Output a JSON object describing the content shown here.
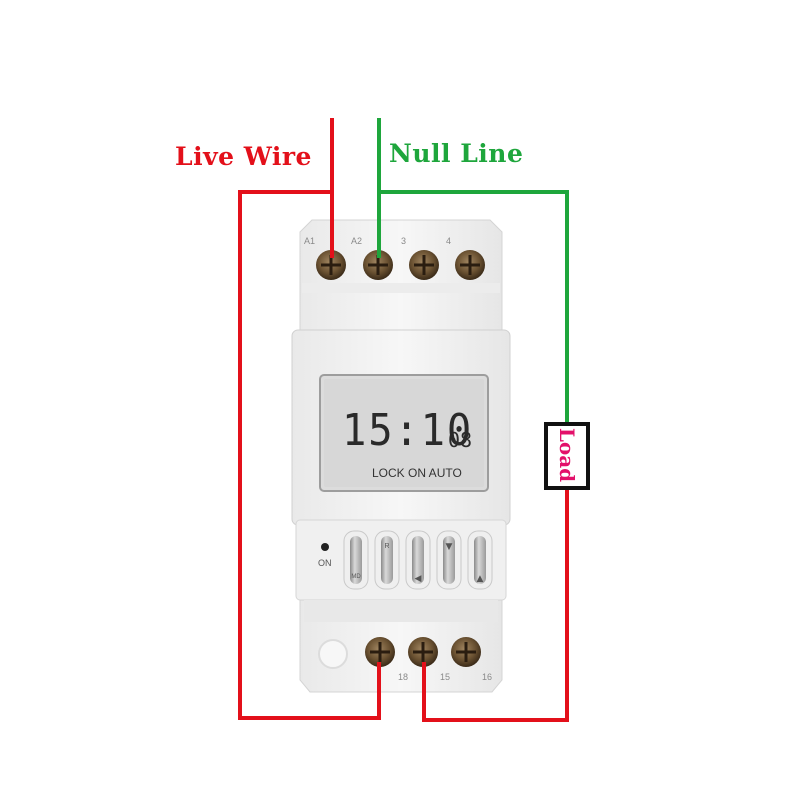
{
  "labels": {
    "live_wire": "Live Wire",
    "null_line": "Null Line",
    "load": "Load"
  },
  "terminals_top": [
    "A1",
    "A2",
    "3",
    "4"
  ],
  "terminals_bottom": [
    "18",
    "15",
    "16"
  ],
  "display": {
    "time": "15:10",
    "seconds": "08",
    "mode": "LOCK ON AUTO"
  },
  "panel": {
    "indicator_label": "ON",
    "buttons": [
      {
        "name": "md",
        "glyph": "MD"
      },
      {
        "name": "r",
        "glyph": "R"
      },
      {
        "name": "left",
        "glyph": "◀"
      },
      {
        "name": "down",
        "glyph": "▼"
      },
      {
        "name": "up",
        "glyph": "▲"
      }
    ]
  },
  "colors": {
    "live": "#e3101a",
    "null": "#1ea63c",
    "load_text": "#e3106a",
    "device_body": "#f2f2f2",
    "lcd": "#dcdcdc"
  }
}
